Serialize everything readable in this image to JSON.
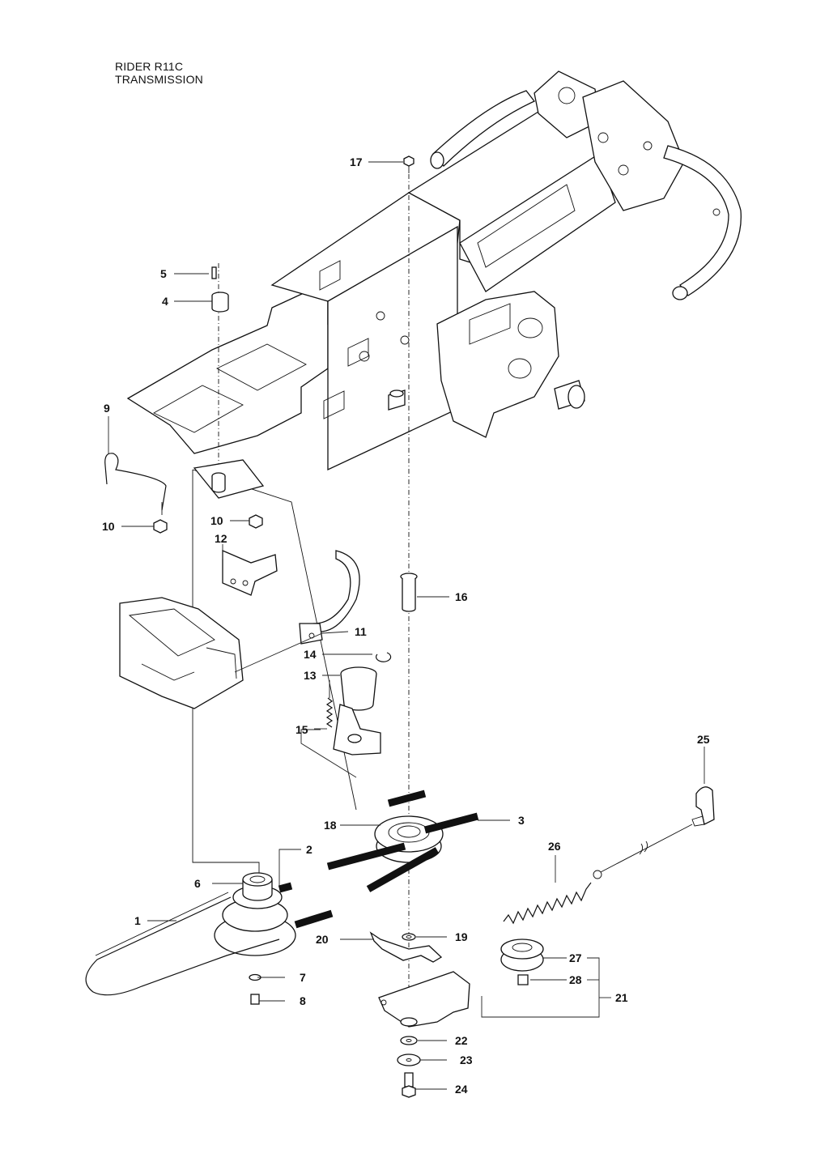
{
  "title": {
    "line1": "RIDER R11C",
    "line2": "TRANSMISSION"
  },
  "callouts": [
    "1",
    "2",
    "3",
    "4",
    "5",
    "6",
    "7",
    "8",
    "9",
    "10",
    "10",
    "11",
    "12",
    "13",
    "14",
    "15",
    "16",
    "17",
    "18",
    "19",
    "20",
    "21",
    "22",
    "23",
    "24",
    "25",
    "26",
    "27",
    "28"
  ]
}
